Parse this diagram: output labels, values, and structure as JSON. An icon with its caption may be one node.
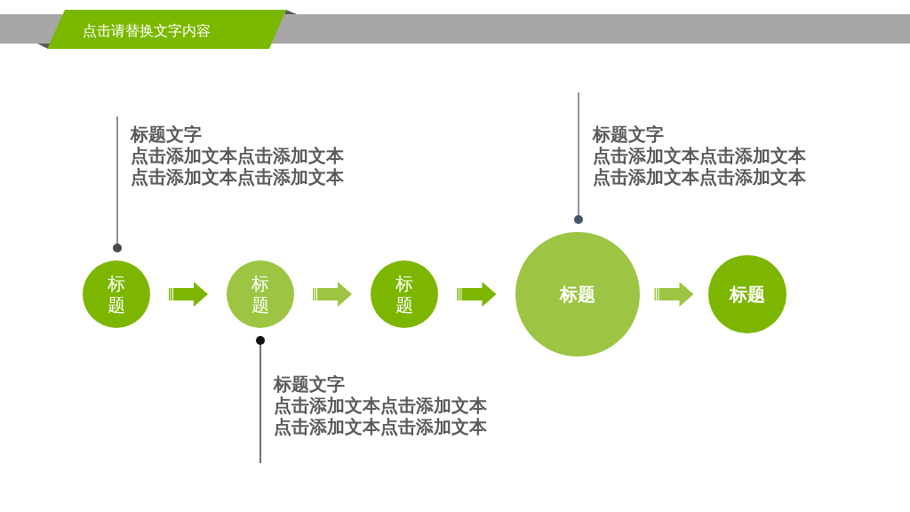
{
  "diagram": {
    "title": "点击请替换文字内容",
    "nodes": [
      {
        "text": [
          "标题"
        ]
      },
      {
        "text": [
          "标题"
        ]
      },
      {
        "text": [
          "标题"
        ]
      },
      {
        "text": [
          "标题"
        ]
      },
      {
        "text": [
          "标题"
        ]
      },
      {
        "text": [
          "标题文字",
          "点击添加文本点击添加文本点击添加文本点击添加文本"
        ]
      },
      {
        "text": [
          "标题文字",
          "点击添加文本点击添加文本点击添加文本点击添加文本"
        ]
      },
      {
        "text": [
          "标题文字",
          "点击添加文本点击添加文本点击添加文本点击添加文本"
        ]
      }
    ],
    "edges": [
      {
        "from": 0,
        "to": 1,
        "arrow": "to"
      },
      {
        "from": 1,
        "to": 2,
        "arrow": "to",
        "color": "#9dc543"
      },
      {
        "from": 2,
        "to": 3,
        "arrow": "to"
      },
      {
        "from": 3,
        "to": 4,
        "arrow": "to",
        "color": "#9dc543"
      },
      {
        "from": 5,
        "to": 0,
        "arrow": "other",
        "color": "#4a4a4a"
      },
      {
        "from": 6,
        "to": 1,
        "arrow": "other",
        "color": "#111111"
      },
      {
        "from": 7,
        "to": 3,
        "arrow": "other",
        "color": "#44546a"
      }
    ]
  }
}
